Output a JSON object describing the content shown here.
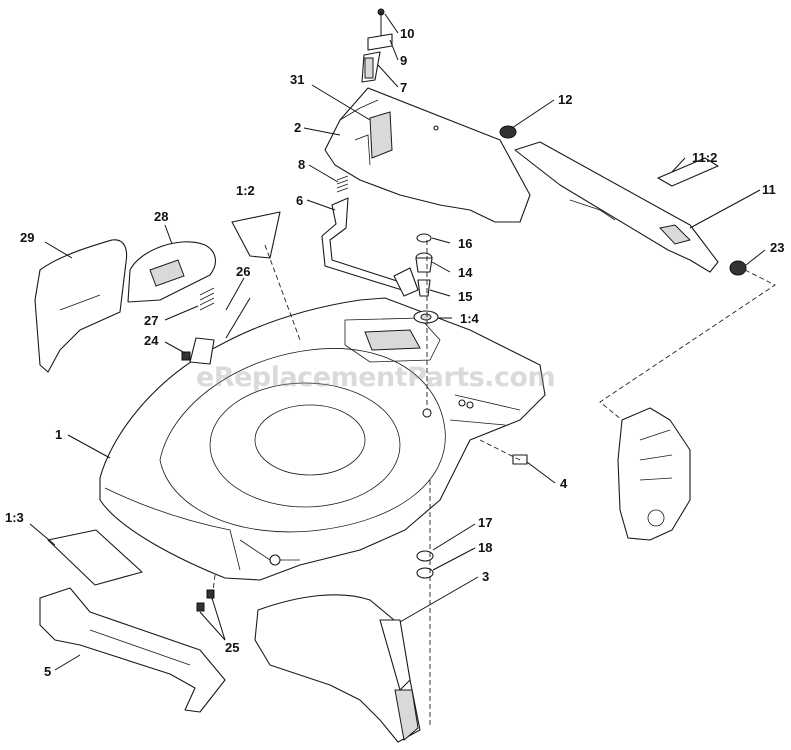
{
  "watermark": "eReplacementParts.com",
  "callouts": [
    {
      "id": "10",
      "text": "10"
    },
    {
      "id": "9",
      "text": "9"
    },
    {
      "id": "7",
      "text": "7"
    },
    {
      "id": "31",
      "text": "31"
    },
    {
      "id": "12",
      "text": "12"
    },
    {
      "id": "2",
      "text": "2"
    },
    {
      "id": "8",
      "text": "8"
    },
    {
      "id": "11-2",
      "text": "11:2"
    },
    {
      "id": "11",
      "text": "11"
    },
    {
      "id": "1-2",
      "text": "1:2"
    },
    {
      "id": "6",
      "text": "6"
    },
    {
      "id": "28",
      "text": "28"
    },
    {
      "id": "29",
      "text": "29"
    },
    {
      "id": "16",
      "text": "16"
    },
    {
      "id": "23",
      "text": "23"
    },
    {
      "id": "14",
      "text": "14"
    },
    {
      "id": "26",
      "text": "26"
    },
    {
      "id": "15",
      "text": "15"
    },
    {
      "id": "27",
      "text": "27"
    },
    {
      "id": "1-4",
      "text": "1:4"
    },
    {
      "id": "24",
      "text": "24"
    },
    {
      "id": "1",
      "text": "1"
    },
    {
      "id": "4",
      "text": "4"
    },
    {
      "id": "1-3",
      "text": "1:3"
    },
    {
      "id": "17",
      "text": "17"
    },
    {
      "id": "18",
      "text": "18"
    },
    {
      "id": "3",
      "text": "3"
    },
    {
      "id": "25",
      "text": "25"
    },
    {
      "id": "5",
      "text": "5"
    }
  ]
}
